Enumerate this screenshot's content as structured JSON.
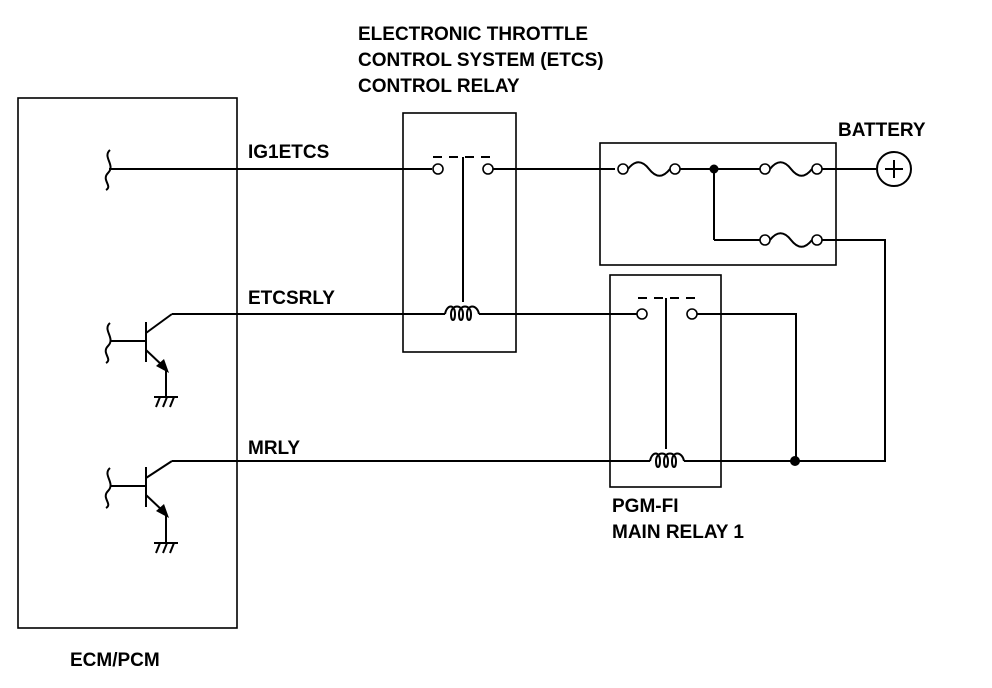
{
  "labels": {
    "etcs_relay_title": [
      "ELECTRONIC THROTTLE",
      "CONTROL SYSTEM (ETCS)",
      "CONTROL RELAY"
    ],
    "battery": "BATTERY",
    "ig1etcs": "IG1ETCS",
    "etcsrly": "ETCSRLY",
    "mrly": "MRLY",
    "main_relay": [
      "PGM-FI",
      "MAIN RELAY 1"
    ],
    "ecm": "ECM/PCM"
  },
  "symbols": {
    "battery_positive": "+"
  },
  "colors": {
    "line": "#000000",
    "background": "#ffffff"
  }
}
